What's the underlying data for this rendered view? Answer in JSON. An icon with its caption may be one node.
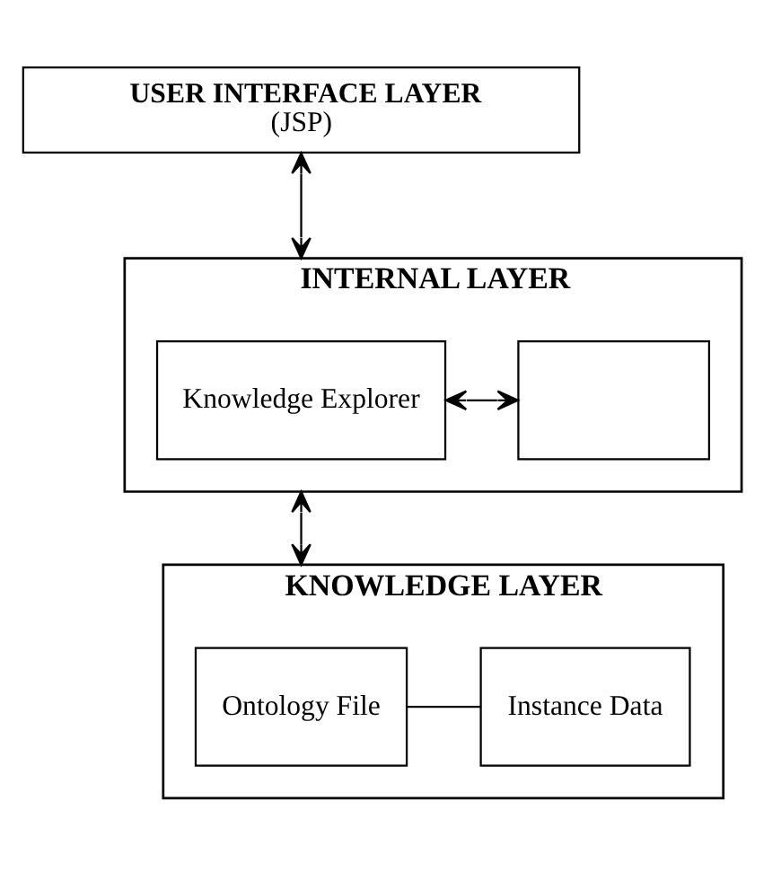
{
  "diagram": {
    "nodes": [
      {
        "text": [
          "USER INTERFACE LAYER",
          "(JSP)"
        ]
      },
      {
        "text": [
          "INTERNAL LAYER"
        ]
      },
      {
        "text": [
          "Knowledge Explorer"
        ],
        "in": 1
      },
      {
        "text": [],
        "shape": "box",
        "in": 1
      },
      {
        "text": [
          "KNOWLEDGE LAYER"
        ]
      },
      {
        "text": [
          "Ontology File"
        ],
        "in": 4
      },
      {
        "text": [
          "Instance Data"
        ],
        "in": 4
      }
    ],
    "edges": [
      {
        "from": 0,
        "to": 1,
        "arrow": "both"
      },
      {
        "from": 2,
        "to": 3,
        "arrow": "both"
      },
      {
        "from": 1,
        "to": 4,
        "arrow": "both"
      },
      {
        "from": 5,
        "to": 6,
        "arrow": "none"
      }
    ]
  }
}
